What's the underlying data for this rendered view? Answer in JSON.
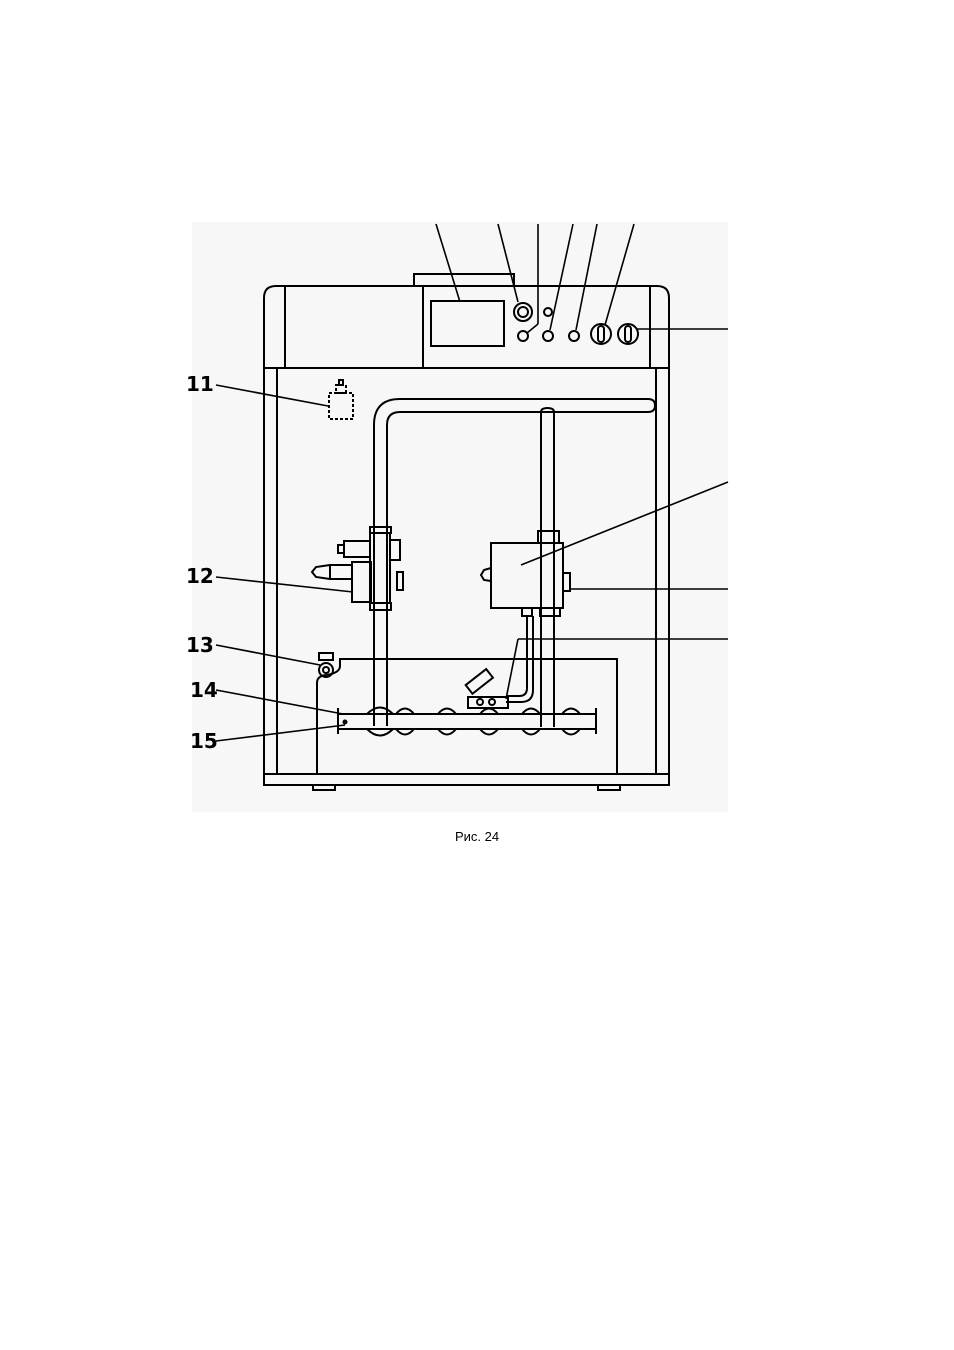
{
  "figure": {
    "caption": "Рис. 24",
    "callouts": {
      "c11": "11",
      "c12": "12",
      "c13": "13",
      "c14": "14",
      "c15": "15"
    }
  },
  "colors": {
    "line": "#000000",
    "background": "#ffffff",
    "scan_shade": "#f7f7f7"
  }
}
